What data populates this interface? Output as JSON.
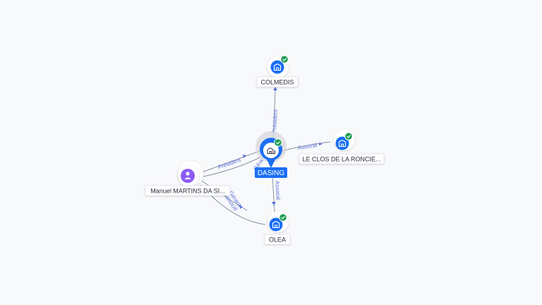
{
  "colors": {
    "company": "#1a6ff5",
    "person": "#8b5cf6",
    "verified": "#1f9d55",
    "edge": "#8a93a8",
    "edge_label": "#5a6fd6"
  },
  "nodes": [
    {
      "id": "dasing",
      "label": "DASING",
      "kind": "company",
      "focus": true,
      "verified": true,
      "icon": "building-icon"
    },
    {
      "id": "colmedis",
      "label": "COLMEDIS",
      "kind": "company",
      "verified": true,
      "icon": "building-icon"
    },
    {
      "id": "leclos",
      "label": "LE CLOS DE LA RONCIE...",
      "kind": "company",
      "verified": true,
      "icon": "building-icon"
    },
    {
      "id": "olea",
      "label": "OLEA",
      "kind": "company",
      "verified": true,
      "icon": "building-icon"
    },
    {
      "id": "manuel",
      "label": "Manuel MARTINS DA SI...",
      "kind": "person",
      "verified": false,
      "icon": "person-icon"
    }
  ],
  "edges": [
    {
      "id": "dasing-colmedis",
      "label": "Président"
    },
    {
      "id": "dasing-leclos",
      "label": "Associé"
    },
    {
      "id": "dasing-olea",
      "label": "Associé"
    },
    {
      "id": "manuel-dasing-1",
      "label": "Président"
    },
    {
      "id": "manuel-dasing-2",
      "label": "Gérant"
    },
    {
      "id": "manuel-olea-1",
      "label": "Gérant"
    },
    {
      "id": "manuel-olea-2",
      "label": "Associé"
    }
  ]
}
